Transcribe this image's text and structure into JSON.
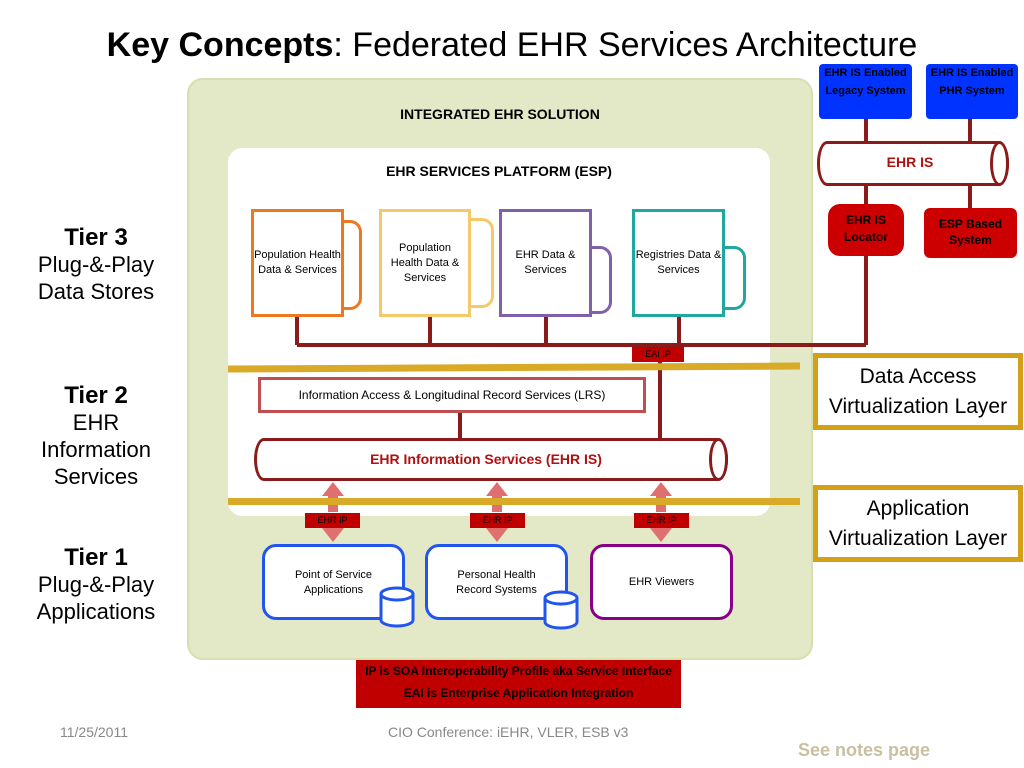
{
  "title": {
    "bold": "Key Concepts",
    "rest": ":  Federated EHR Services Architecture"
  },
  "integrated_label": "INTEGRATED EHR SOLUTION",
  "esp_label": "EHR SERVICES PLATFORM (ESP)",
  "tiers": [
    {
      "heading": "Tier 3",
      "line1": "Plug-&-Play",
      "line2": "Data Stores",
      "line3": ""
    },
    {
      "heading": "Tier 2",
      "line1": "EHR",
      "line2": "Information",
      "line3": "Services"
    },
    {
      "heading": "Tier 1",
      "line1": "Plug-&-Play",
      "line2": "Applications",
      "line3": ""
    }
  ],
  "data_stores": [
    {
      "text": "Population Health Data & Services",
      "color": "#ee7722"
    },
    {
      "text": "Population Health Data & Services",
      "color": "#f5c96a"
    },
    {
      "text": "EHR Data & Services",
      "color": "#8060a8"
    },
    {
      "text": "Registries Data & Services",
      "color": "#20a8a0"
    }
  ],
  "eai_ip": "EAI IP",
  "lrs_label": "Information Access & Longitudinal Record Services (LRS)",
  "ehr_is_bus": "EHR Information Services (EHR IS)",
  "ehr_ip": [
    "EHR IP",
    "EHR IP",
    "EHR IP"
  ],
  "apps": [
    {
      "text": "Point of Service Applications",
      "color": "#2255ee"
    },
    {
      "text": "Personal Health Record Systems",
      "color": "#2255ee"
    },
    {
      "text": "EHR Viewers",
      "color": "#880088"
    }
  ],
  "right": {
    "legacy": "EHR IS Enabled Legacy System",
    "phr": "EHR IS Enabled PHR System",
    "ehr_is": "EHR IS",
    "locator": "EHR IS Locator",
    "esp_based": "ESP Based System"
  },
  "layers": {
    "data_access": "Data Access Virtualization Layer",
    "application": "Application Virtualization Layer"
  },
  "notes": {
    "line1": "IP is SOA Interoperability Profile aka Service Interface",
    "line2": "EAI is Enterprise Application Integration"
  },
  "footer": {
    "date": "11/25/2011",
    "conference": "CIO Conference: iEHR, VLER, ESB v3",
    "see_notes": "See notes page"
  },
  "colors": {
    "gold": "#d4a017",
    "dark_red": "#8b1a1a",
    "red": "#cc0000",
    "blue": "#0033ff"
  }
}
